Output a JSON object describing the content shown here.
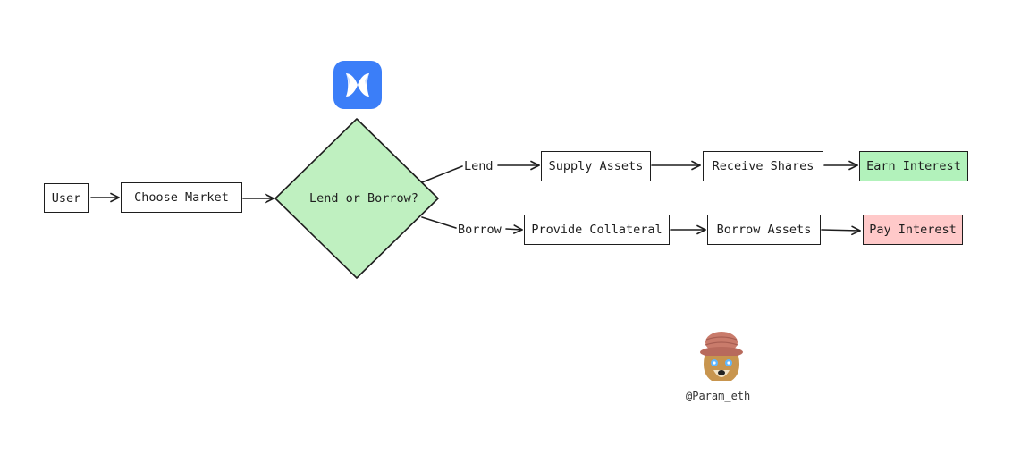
{
  "diagram": {
    "nodes": {
      "user": "User",
      "choose_market": "Choose Market",
      "decision": "Lend or Borrow?",
      "supply_assets": "Supply Assets",
      "receive_shares": "Receive Shares",
      "earn_interest": "Earn Interest",
      "provide_collateral": "Provide Collateral",
      "borrow_assets": "Borrow Assets",
      "pay_interest": "Pay Interest"
    },
    "edge_labels": {
      "lend": "Lend",
      "borrow": "Borrow"
    },
    "colors": {
      "stroke": "#1e1e1e",
      "decision_fill": "#bff0c0",
      "earn_fill": "#b2f2bb",
      "pay_fill": "#ffc9c9",
      "logo_bg": "#3b7ef8"
    }
  },
  "logo": {
    "icon": "butterfly-icon"
  },
  "credit": {
    "avatar_icon": "dog-with-hat-avatar",
    "handle": "@Param_eth"
  }
}
